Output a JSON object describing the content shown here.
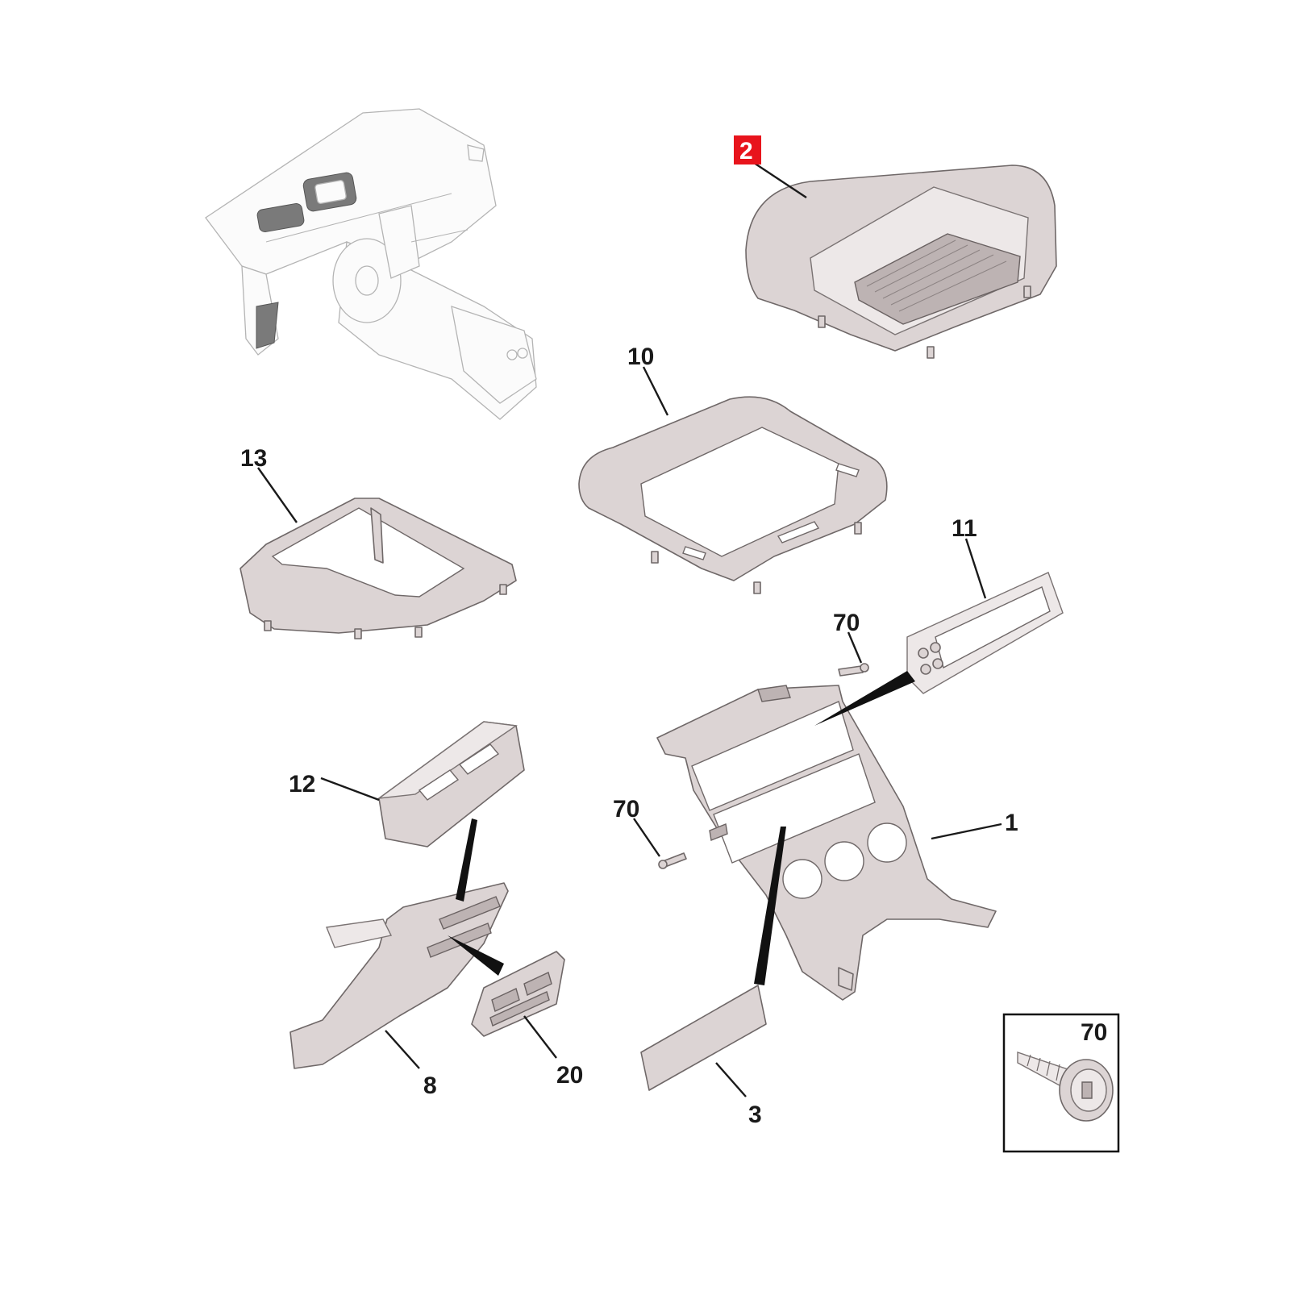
{
  "diagram": {
    "highlight_color": "#e8141c",
    "part_color": "#dcd4d4",
    "labels": {
      "p1": "1",
      "p2": "2",
      "p3": "3",
      "p8": "8",
      "p10": "10",
      "p11": "11",
      "p12": "12",
      "p13": "13",
      "p20": "20",
      "p70a": "70",
      "p70b": "70",
      "p70inset": "70"
    },
    "highlighted_part": "2"
  }
}
